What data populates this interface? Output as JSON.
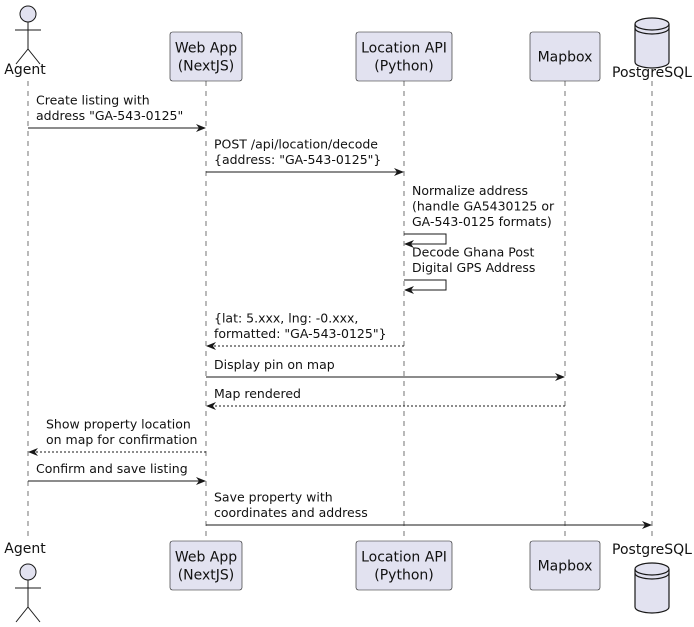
{
  "participants": [
    {
      "id": "agent",
      "kind": "actor",
      "lines": [
        "Agent"
      ]
    },
    {
      "id": "webapp",
      "kind": "box",
      "lines": [
        "Web App",
        "(NextJS)"
      ]
    },
    {
      "id": "locationapi",
      "kind": "box",
      "lines": [
        "Location API",
        "(Python)"
      ]
    },
    {
      "id": "mapbox",
      "kind": "box",
      "lines": [
        "Mapbox"
      ]
    },
    {
      "id": "postgres",
      "kind": "database",
      "lines": [
        "PostgreSQL"
      ]
    }
  ],
  "messages": [
    {
      "from": "agent",
      "to": "webapp",
      "style": "solid",
      "lines": [
        "Create listing with",
        "address \"GA-543-0125\""
      ]
    },
    {
      "from": "webapp",
      "to": "locationapi",
      "style": "solid",
      "lines": [
        "POST /api/location/decode",
        "{address: \"GA-543-0125\"}"
      ]
    },
    {
      "from": "locationapi",
      "to": "locationapi",
      "style": "self",
      "lines": [
        "Normalize address",
        "(handle GA5430125 or",
        "GA-543-0125 formats)"
      ]
    },
    {
      "from": "locationapi",
      "to": "locationapi",
      "style": "self",
      "lines": [
        "Decode Ghana Post",
        "Digital GPS Address"
      ]
    },
    {
      "from": "locationapi",
      "to": "webapp",
      "style": "dashed",
      "lines": [
        "{lat: 5.xxx, lng: -0.xxx,",
        "formatted: \"GA-543-0125\"}"
      ]
    },
    {
      "from": "webapp",
      "to": "mapbox",
      "style": "solid",
      "lines": [
        "Display pin on map"
      ]
    },
    {
      "from": "mapbox",
      "to": "webapp",
      "style": "dashed",
      "lines": [
        "Map rendered"
      ]
    },
    {
      "from": "webapp",
      "to": "agent",
      "style": "dashed",
      "lines": [
        "Show property location",
        "on map for confirmation"
      ]
    },
    {
      "from": "agent",
      "to": "webapp",
      "style": "solid",
      "lines": [
        "Confirm and save listing"
      ]
    },
    {
      "from": "webapp",
      "to": "postgres",
      "style": "solid",
      "lines": [
        "Save property with",
        "coordinates and address"
      ]
    }
  ],
  "colors": {
    "box_fill": "#e2e2f0",
    "box_stroke": "#181818",
    "lifeline": "#181818",
    "arrow": "#181818"
  }
}
